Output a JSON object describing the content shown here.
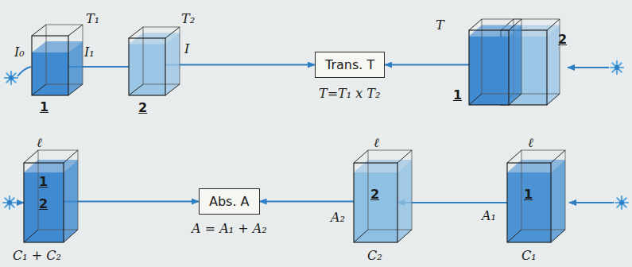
{
  "diagram": {
    "nodes": [
      {
        "text": [
          "1"
        ]
      },
      {
        "text": [
          "2"
        ]
      },
      {
        "text": [
          "Trans. T"
        ]
      },
      {
        "text": [
          "1",
          "2"
        ]
      },
      {
        "text": [
          "1",
          "2"
        ]
      },
      {
        "text": [
          "Abs. A"
        ]
      },
      {
        "text": [
          "2"
        ]
      },
      {
        "text": [
          "1"
        ]
      }
    ],
    "edges": [
      {
        "from": 0,
        "to": 1,
        "arrow": "none"
      },
      {
        "from": 1,
        "to": 2,
        "arrow": "to"
      },
      {
        "from": 3,
        "to": 2,
        "arrow": "to"
      },
      {
        "from": 4,
        "to": 5,
        "arrow": "to"
      },
      {
        "from": 6,
        "to": 5,
        "arrow": "to"
      },
      {
        "from": 7,
        "to": 6,
        "arrow": "to"
      }
    ],
    "labels": [
      "T₁",
      "I₀",
      "I₁",
      "T₂",
      "I",
      "T=T₁ x T₂",
      "T",
      "ℓ",
      "C₁ + C₂",
      "A = A₁ + A₂",
      "ℓ",
      "A₂",
      "C₂",
      "ℓ",
      "A₁",
      "C₁"
    ]
  }
}
